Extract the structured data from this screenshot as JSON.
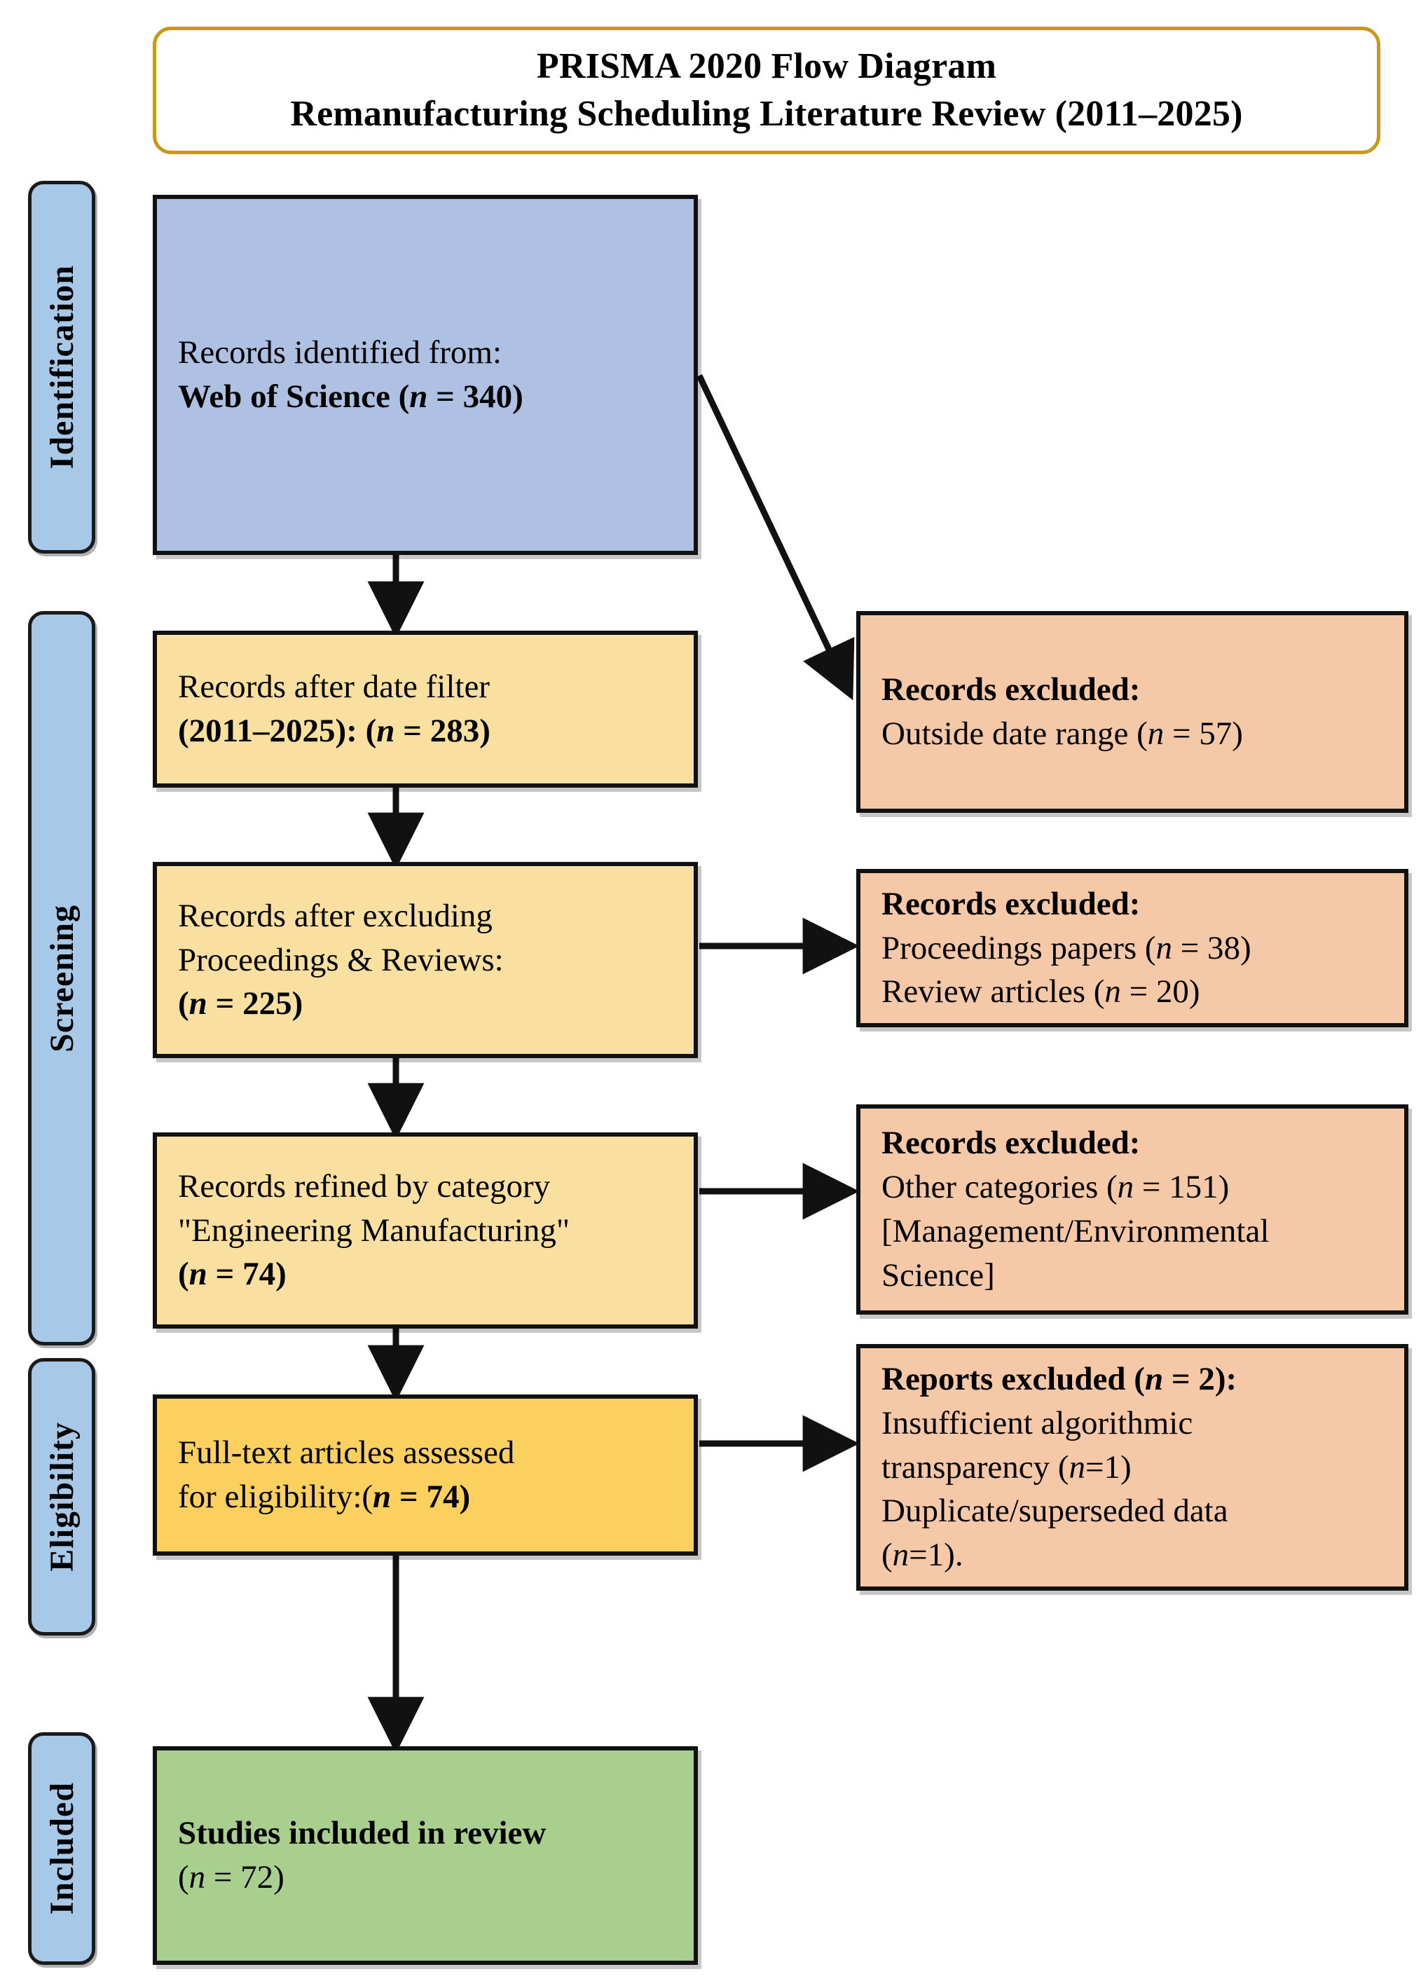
{
  "title": {
    "line1": "PRISMA 2020 Flow Diagram",
    "line2": "Remanufacturing Scheduling Literature Review (2011–2025)"
  },
  "stages": [
    {
      "label": "Identification"
    },
    {
      "label": "Screening"
    },
    {
      "label": "Eligibility"
    },
    {
      "label": "Included"
    }
  ],
  "nodes": {
    "identified": {
      "line1": "Records identified from:",
      "line2_a": "Web of Science (",
      "line2_n": "n",
      "line2_b": " = 340)"
    },
    "date_filter": {
      "line1": "Records after date filter",
      "line2_a": "(2011–2025): (",
      "line2_n": "n",
      "line2_b": " = 283)"
    },
    "excluded_date": {
      "heading": "Records excluded:",
      "line1_a": "Outside date range (",
      "line1_n": "n",
      "line1_b": " = 57)"
    },
    "excl_proc_rev": {
      "line1": "Records after excluding",
      "line2": "Proceedings & Reviews:",
      "line3_a": "(",
      "line3_n": "n",
      "line3_b": " = 225)"
    },
    "excluded_types": {
      "heading": "Records excluded:",
      "line1_a": "Proceedings papers (",
      "line1_n": "n",
      "line1_b": " = 38)",
      "line2_a": "Review articles (",
      "line2_n": "n",
      "line2_b": " = 20)"
    },
    "category": {
      "line1": "Records refined by category",
      "line2": "\"Engineering Manufacturing\"",
      "line3_a": "(",
      "line3_n": "n",
      "line3_b": " = 74)"
    },
    "excluded_category": {
      "heading": "Records excluded:",
      "line1_a": "Other categories (",
      "line1_n": "n",
      "line1_b": " = 151)",
      "line2": "[Management/Environmental",
      "line3": "Science]"
    },
    "fulltext": {
      "line1": "Full-text articles assessed",
      "line2_a": "for eligibility:(",
      "line2_n": "n",
      "line2_b": " = 74)"
    },
    "reports_excluded": {
      "heading_a": "Reports excluded (",
      "heading_n": "n",
      "heading_b": " = 2):",
      "line1": "Insufficient algorithmic",
      "line2_a": "transparency (",
      "line2_n": "n",
      "line2_b": "=1)",
      "line3": "Duplicate/superseded data",
      "line4_a": "(",
      "line4_n": "n",
      "line4_b": "=1)."
    },
    "included": {
      "line1": "Studies included in review",
      "line2_a": "(",
      "line2_n": "n",
      "line2_b": " = 72)"
    }
  },
  "colors": {
    "identification_fill": "#aec1e3",
    "screening_fill": "#fae0a0",
    "eligibility_fill": "#fbd05e",
    "excluded_fill": "#f5c8a8",
    "included_fill": "#a8cf8e",
    "stage_tab_fill": "#a8c8e8",
    "title_border": "#c9981a",
    "stroke": "#111111"
  }
}
